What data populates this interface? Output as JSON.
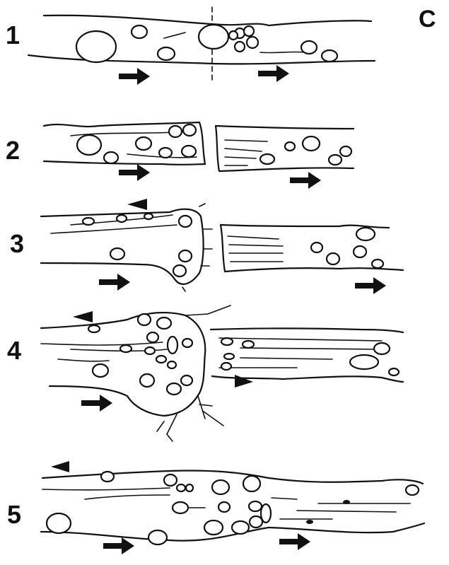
{
  "panel_label": "C",
  "steps": [
    {
      "number": "1"
    },
    {
      "number": "2"
    },
    {
      "number": "3"
    },
    {
      "number": "4"
    },
    {
      "number": "5"
    }
  ]
}
